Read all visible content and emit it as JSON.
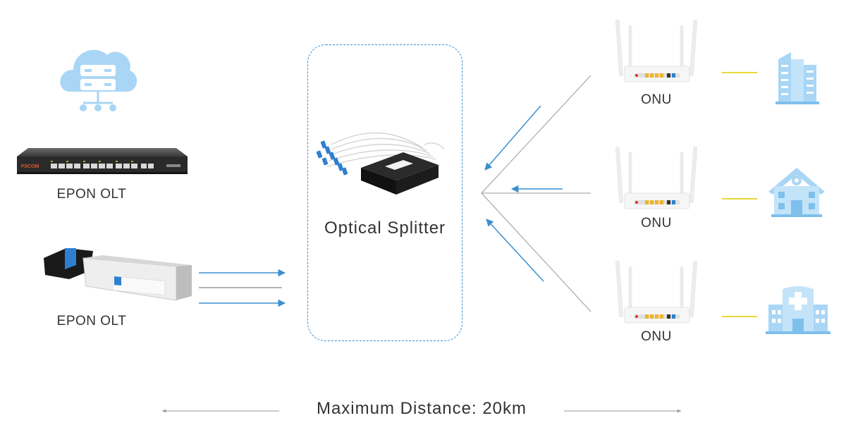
{
  "diagram": {
    "olt_switch_label": "EPON OLT",
    "olt_sfp_label": "EPON OLT",
    "splitter_label": "Optical Splitter",
    "onu_labels": [
      "ONU",
      "ONU",
      "ONU"
    ],
    "distance_label": "Maximum Distance: 20km",
    "switch_brand": "FSCOM",
    "icons": [
      "cloud-server-icon",
      "olt-switch-icon",
      "sfp-module-icon",
      "splitter-device-icon",
      "onu-router-icon",
      "office-building-icon",
      "house-icon",
      "hospital-icon"
    ],
    "colors": {
      "arrow": "#3a8fd0",
      "fiber_line": "#9a9a9a",
      "link_line": "#e8d83a",
      "icon_blue": "#a9d6f5",
      "icon_blue_dark": "#7fbfec",
      "dashed_border": "#3a8fd0"
    }
  }
}
